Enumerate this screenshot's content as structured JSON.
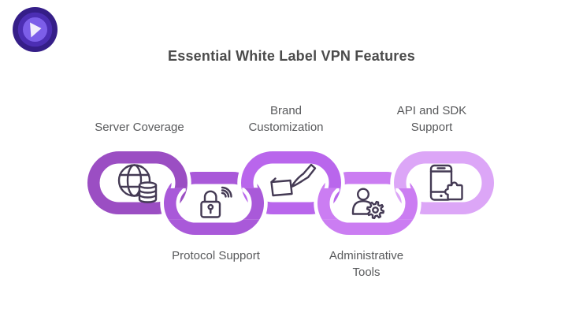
{
  "page": {
    "background": "#FFFFFF"
  },
  "logo": {
    "name": "vpn-brand-logo",
    "colors": {
      "outer": "#351E88",
      "mid": "#4C2EB4",
      "inner": "#7C5EE9",
      "pick": "#F1EDFC"
    }
  },
  "title": {
    "text": "Essential White Label VPN Features",
    "color": "#4B4B4B"
  },
  "label_color": "#58595B",
  "icon_stroke_color": "#443A54",
  "chain_halo_color": "#FFFFFF",
  "features": [
    {
      "label": "Server Coverage",
      "label_position": "top",
      "icon": "globe-server-icon",
      "link_color": "#9B4EC3"
    },
    {
      "label": "Protocol Support",
      "label_position": "bottom",
      "icon": "lock-signal-icon",
      "link_color": "#A959D9"
    },
    {
      "label": "Brand Customization",
      "label_position": "top",
      "icon": "paint-brush-icon",
      "link_color": "#B966EC"
    },
    {
      "label": "Administrative Tools",
      "label_position": "bottom",
      "icon": "user-gear-icon",
      "link_color": "#CB7DF2"
    },
    {
      "label": "API and SDK Support",
      "label_position": "top",
      "icon": "phone-puzzle-icon",
      "link_color": "#DCA6F7"
    }
  ]
}
